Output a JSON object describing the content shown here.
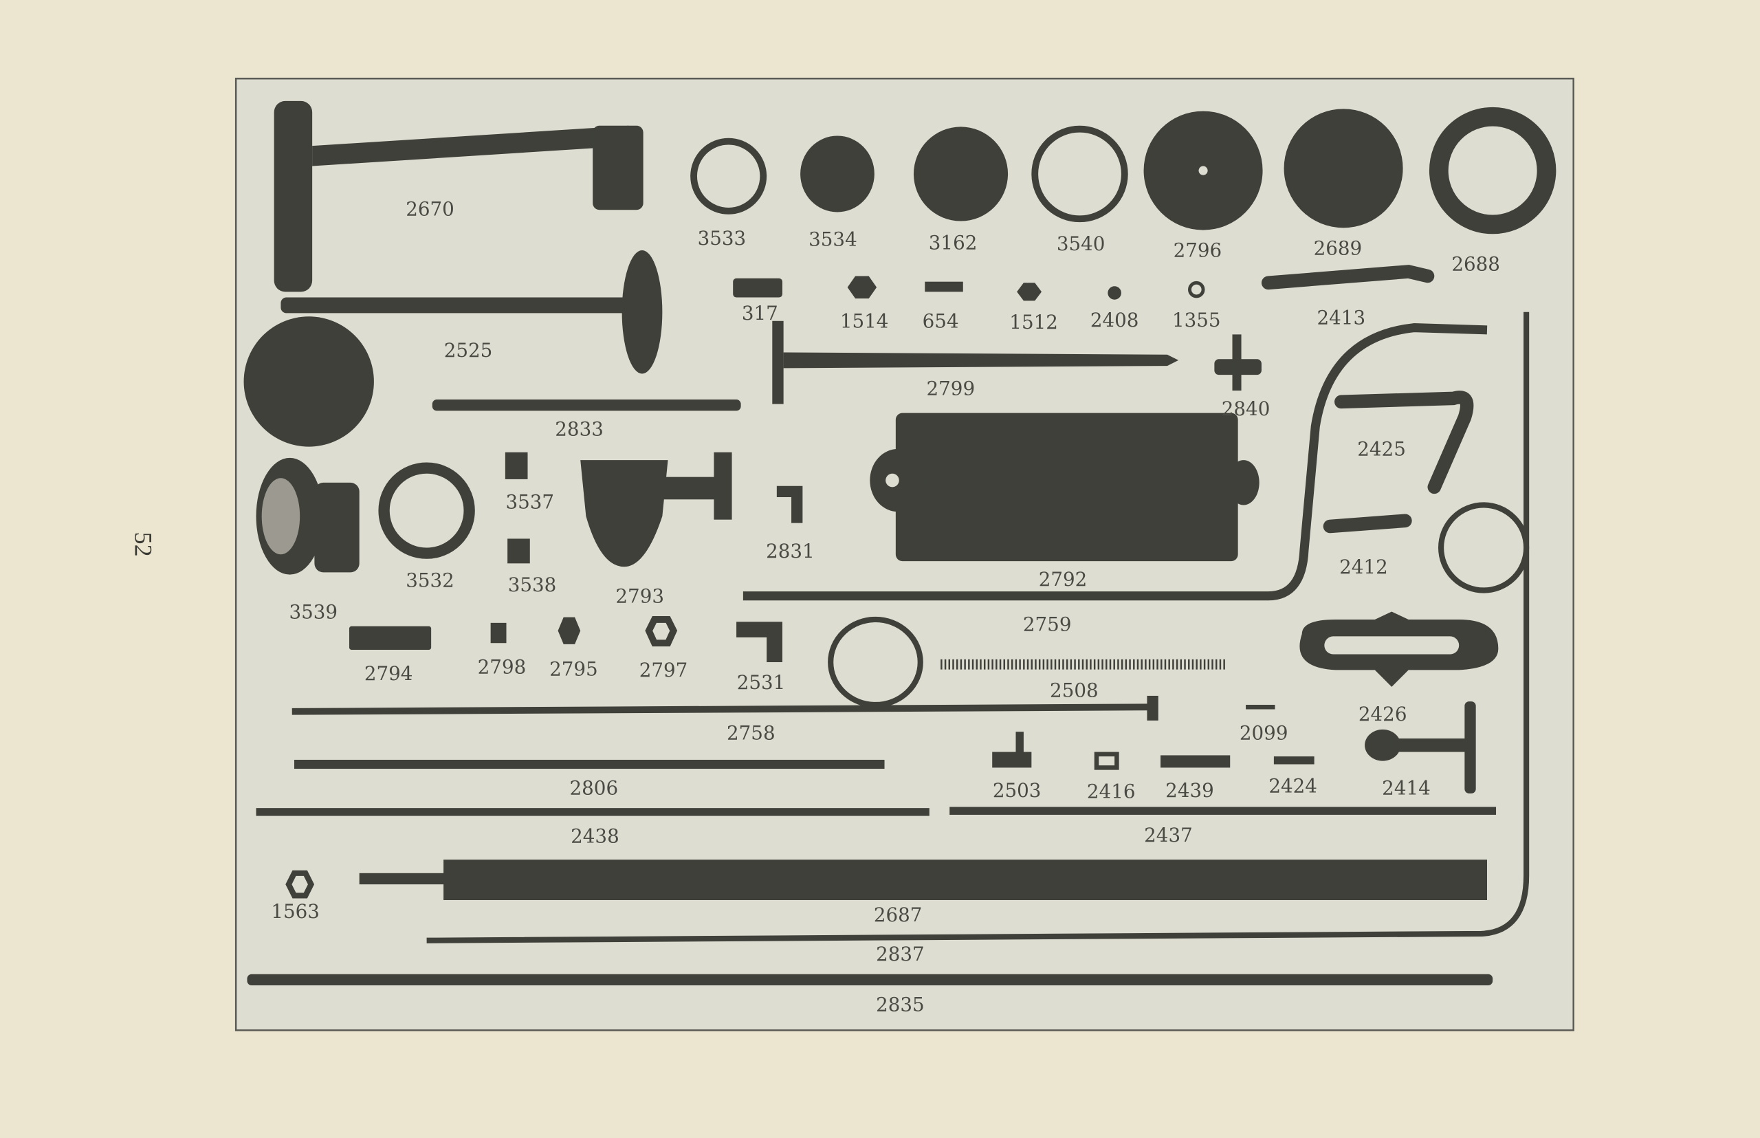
{
  "page_number": "52",
  "plate": {
    "part_labels": {
      "p2670": "2670",
      "p3533": "3533",
      "p3534": "3534",
      "p3162": "3162",
      "p3540": "3540",
      "p2796": "2796",
      "p2689": "2689",
      "p2688": "2688",
      "p317": "317",
      "p1514": "1514",
      "p654": "654",
      "p1512": "1512",
      "p2408": "2408",
      "p1355": "1355",
      "p2413": "2413",
      "p2525": "2525",
      "p2799": "2799",
      "p2840": "2840",
      "p2833": "2833",
      "p2425": "2425",
      "p3537": "3537",
      "p2831": "2831",
      "p3532": "3532",
      "p3538": "3538",
      "p2793": "2793",
      "p2792": "2792",
      "p2412": "2412",
      "p3539": "3539",
      "p2759": "2759",
      "p2794": "2794",
      "p2798": "2798",
      "p2795": "2795",
      "p2797": "2797",
      "p2531": "2531",
      "p2508": "2508",
      "p2426": "2426",
      "p2758": "2758",
      "p2099": "2099",
      "p2503": "2503",
      "p2416": "2416",
      "p2439": "2439",
      "p2424": "2424",
      "p2414": "2414",
      "p2806": "2806",
      "p2438": "2438",
      "p2437": "2437",
      "p1563": "1563",
      "p2687": "2687",
      "p2837": "2837",
      "p2835": "2835"
    }
  }
}
